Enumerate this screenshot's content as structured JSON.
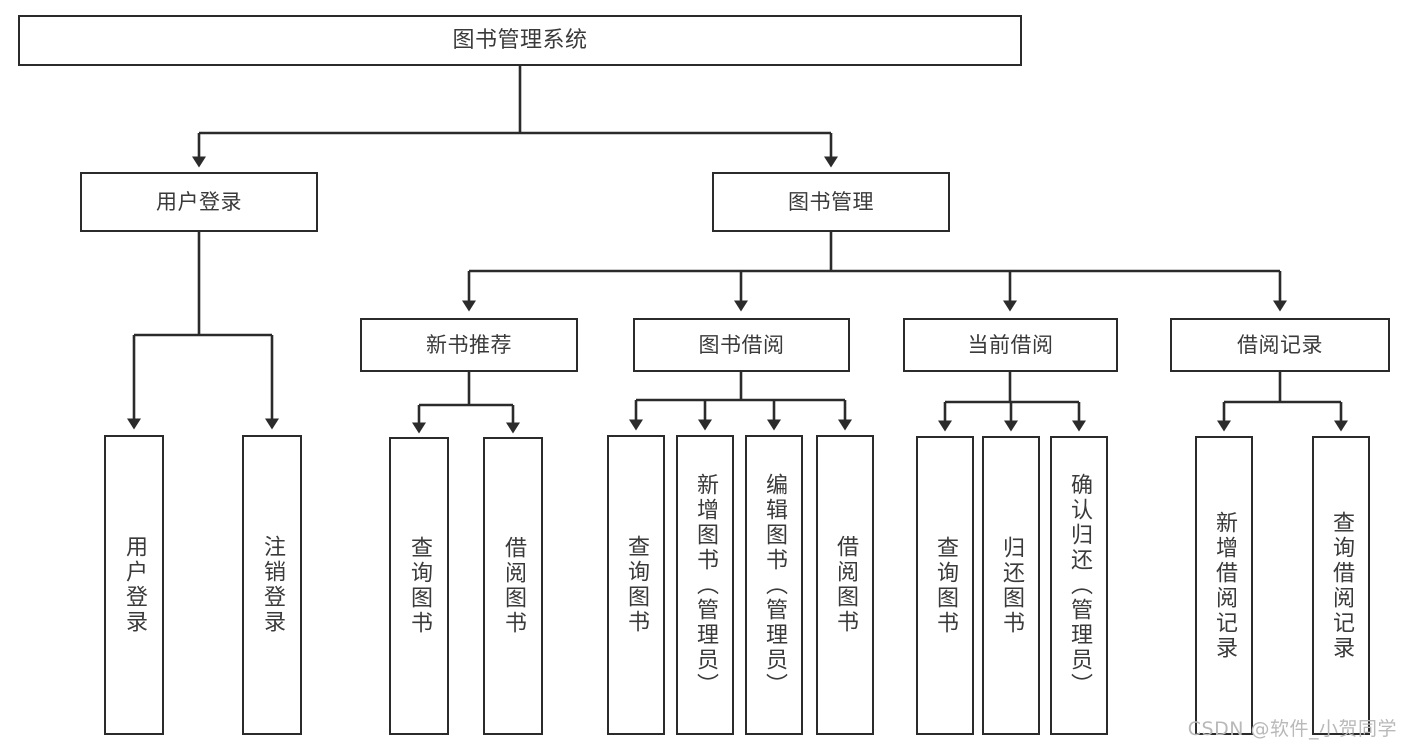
{
  "diagram": {
    "type": "tree-hierarchy",
    "title": "图书管理系统",
    "watermark": "CSDN @软件_小贺同学",
    "colors": {
      "stroke": "#2b2b2b",
      "text": "#3a3a3a",
      "background": "#ffffff",
      "watermark": "#b9b9b9"
    },
    "nodes": {
      "root": {
        "label": "图书管理系统"
      },
      "level1": [
        {
          "id": "user-login",
          "label": "用户登录"
        },
        {
          "id": "book-management",
          "label": "图书管理"
        }
      ],
      "level2": [
        {
          "id": "new-book-recommend",
          "label": "新书推荐",
          "parent": "book-management"
        },
        {
          "id": "book-borrow",
          "label": "图书借阅",
          "parent": "book-management"
        },
        {
          "id": "current-borrow",
          "label": "当前借阅",
          "parent": "book-management"
        },
        {
          "id": "borrow-record",
          "label": "借阅记录",
          "parent": "book-management"
        }
      ],
      "leaves": {
        "user-login": [
          {
            "id": "leaf-user-login",
            "label": "用户登录"
          },
          {
            "id": "leaf-user-logout",
            "label": "注销登录"
          }
        ],
        "new-book-recommend": [
          {
            "id": "leaf-query-book-1",
            "label": "查询图书"
          },
          {
            "id": "leaf-borrow-book-1",
            "label": "借阅图书"
          }
        ],
        "book-borrow": [
          {
            "id": "leaf-query-book-2",
            "label": "查询图书"
          },
          {
            "id": "leaf-add-book",
            "label": "新增图书（管理员）"
          },
          {
            "id": "leaf-edit-book",
            "label": "编辑图书（管理员）"
          },
          {
            "id": "leaf-borrow-book-2",
            "label": "借阅图书"
          }
        ],
        "current-borrow": [
          {
            "id": "leaf-query-book-3",
            "label": "查询图书"
          },
          {
            "id": "leaf-return-book",
            "label": "归还图书"
          },
          {
            "id": "leaf-confirm-return",
            "label": "确认归还（管理员）"
          }
        ],
        "borrow-record": [
          {
            "id": "leaf-add-record",
            "label": "新增借阅记录"
          },
          {
            "id": "leaf-query-record",
            "label": "查询借阅记录"
          }
        ]
      }
    }
  }
}
